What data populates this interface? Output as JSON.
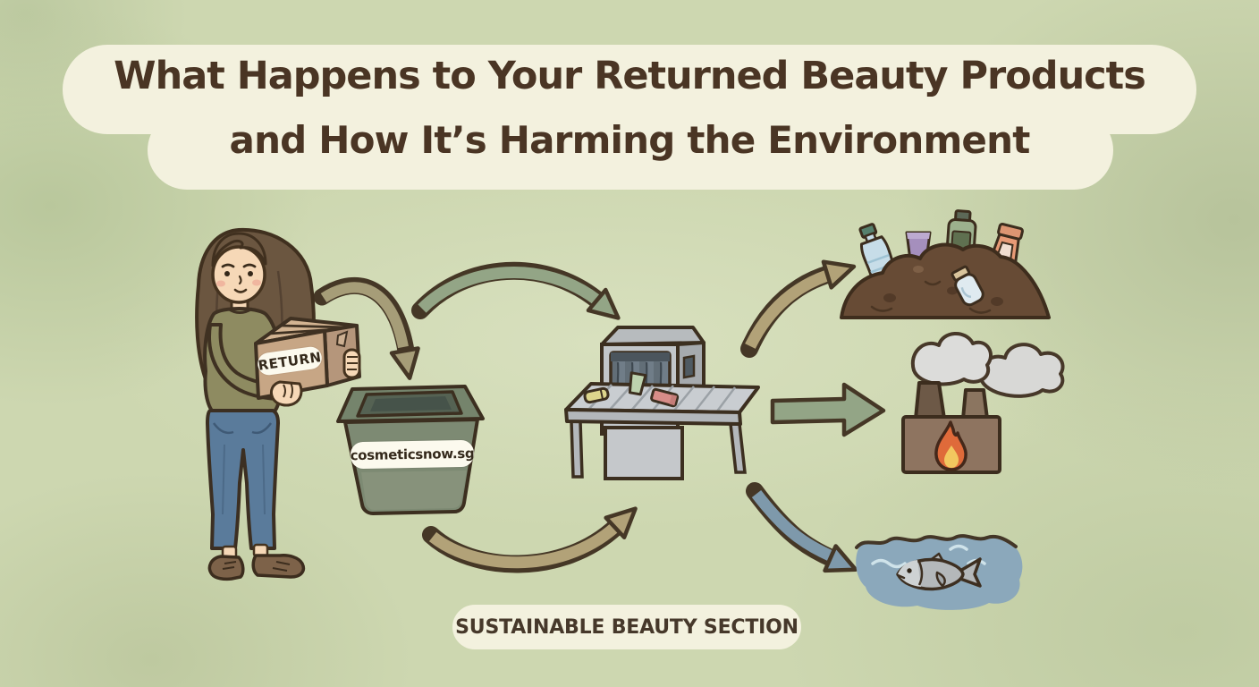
{
  "title": {
    "line1": "What Happens to Your Returned Beauty Products",
    "line2": "and How It’s Harming the Environment"
  },
  "person": {
    "box_label": "RETURN"
  },
  "bin": {
    "label": "cosmeticsnow.sg"
  },
  "footer": {
    "label": "SUSTAINABLE BEAUTY SECTION"
  },
  "colors": {
    "background": "#cdd7b0",
    "banner_cream": "#f3f1de",
    "title_text": "#4a3524",
    "outline": "#453726",
    "arrow_green": "#93a586",
    "arrow_tan": "#b2a278",
    "arrow_olive": "#a69d78",
    "arrow_blue": "#7e99ab",
    "bin_green": "#7d8a73",
    "box_brown": "#c7a685",
    "sweater_olive": "#8e8b61",
    "jeans_blue": "#5a7b9b",
    "dirt_brown": "#674b35",
    "machine_gray": "#c2c6c9",
    "fire_orange": "#df6a3a",
    "fire_yellow": "#f2c75f",
    "smoke_gray": "#d8d8d6",
    "water_blue": "#8ba8bb"
  },
  "illustrations": [
    "woman-holding-return-box",
    "return-collection-bin",
    "sorting-conveyor-machine",
    "landfill-trash-pile",
    "incinerator-with-smoke",
    "polluted-water-with-fish"
  ]
}
